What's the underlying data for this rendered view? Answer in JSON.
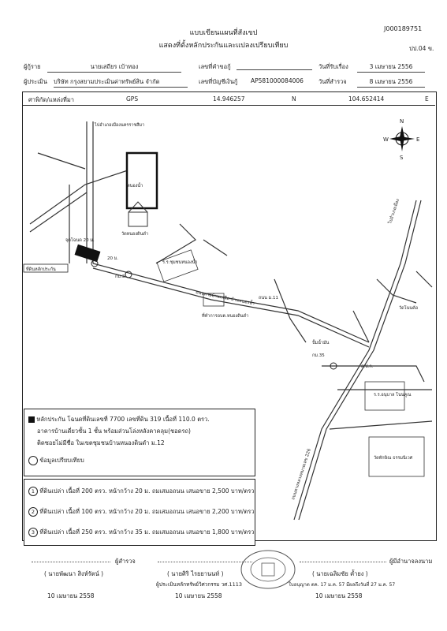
{
  "header": {
    "doc_id": "J000189751",
    "title_line1": "แบบเขียนแผนที่สังเขป",
    "title_line2": "แสดงที่ตั้งหลักประกันและแปลงเปรียบเทียบ",
    "form_no": "ปป.04 ข."
  },
  "info": {
    "applicant_label": "ผู้กู้ราย",
    "applicant_name": "นายเสถียร  เบ้าทอง",
    "location_no_label": "เลขที่คำขอกู้",
    "received_date_label": "วันที่รับเรื่อง",
    "received_date": "3 เมษายน 2556",
    "appraiser_label": "ผู้ประเมิน",
    "appraiser_company": "บริษัท  กรุงสยามประเมินค่าทรัพย์สิน จำกัด",
    "account_label": "เลขที่บัญชีเงินกู้",
    "account_no": "AP581000084006",
    "inspect_date_label": "วันที่สำรวจ",
    "inspect_date": "8 เมษายน 2556"
  },
  "coords": {
    "label": "ศาพิกัด/แหล่งที่มา",
    "source": "GPS",
    "lat": "14.946257",
    "lat_dir": "N",
    "lon": "104.652414",
    "lon_dir": "E"
  },
  "compass": {
    "n": "N",
    "s": "S",
    "e": "E",
    "w": "W"
  },
  "map_labels": {
    "to_amphoe": "ไปอำเภอเมืองนครราชสีมา",
    "pond": "หนองน้ำ",
    "temple1": "วัดหนองดินดำ",
    "collateral": "จุดโฉนด 20 ม.",
    "collateral_tag": "ที่ดินหลักประกัน",
    "road_20m": "20 ม.",
    "school": "ร.ร.ชุมชนหนองน้ำ",
    "km1": "กม.3",
    "main_road": "ถนนสายบ้านเหนือ-บ้านหนองน้ำ",
    "office": "ที่ทำการอบต.หนองดินดำ",
    "km2": "ถนน ม.11",
    "temple2": "วัดโนนค้อ",
    "to_right": "ไปอำเภอเมือง",
    "checkpoint": "ปั้มน้ำมัน",
    "km3": "กม.35",
    "km4": "ส.ป.ก.",
    "hospital": "ร.ร.อนุบาล โนนคูณ",
    "temple3": "วัดทักษิณ ธรรมนิเวศ",
    "road_bottom": "ถนนทางหลวงหมายเลข 226"
  },
  "legend": {
    "collateral_text1": "หลักประกัน โฉนดที่ดินเลขที่ 7700 เลขที่ดิน 319 เนื้อที่ 110.0 ตรว.",
    "collateral_text2": "อาคารบ้านเดี่ยวชั้น 1 ชั้น พร้อมส่วนโล่งหลังคาคลุม(ชอดรถ)",
    "collateral_text3": "ติดซอยไม่มีชื่อ ในเขตชุมชนบ้านหนองดินดำ ม.12",
    "comparable_text": "ข้อมูลเปรียบเทียบ"
  },
  "comparables": [
    {
      "num": "1",
      "text": "ที่ดินเปล่า  เนื้อที่ 200 ตรว. หน้ากว้าง 20 ม. ถมเสมอถนน  เสนอขาย  2,500 บาท/ตรว."
    },
    {
      "num": "2",
      "text": "ที่ดินเปล่า  เนื้อที่ 100 ตรว. หน้ากว้าง 20 ม. ถมเสมอถนน  เสนอขาย  2,200 บาท/ตรว."
    },
    {
      "num": "3",
      "text": "ที่ดินเปล่า  เนื้อที่  250 ตรว. หน้ากว้าง 35 ม. ถมเสมอถนน  เสนอขาย  1,800 บาท/ตรว."
    }
  ],
  "signatures": [
    {
      "role": "ผู้สำรวจ",
      "name": "( นายพัฒนา  สิงห์รัตน์ )",
      "extra": "",
      "date": "10 เมษายน 2558"
    },
    {
      "role": "",
      "name": "( นายศิริ  ไรยยานนท์ )",
      "extra": "ผู้ประเมินหลักทรัพย์วิศวกรรม  วศ.1113",
      "date": "10 เมษายน 2558"
    },
    {
      "role": "ผู้มีอำนาจลงนาม",
      "name": "( นายเฉลิมชัย  ค้ำยง )",
      "extra": "ใบอนุญาต ตค. 17 ม.ค. 57  มีผลถึงวันที่ 27 ม.ค. 57",
      "date": "10 เมษายน 2558"
    }
  ]
}
